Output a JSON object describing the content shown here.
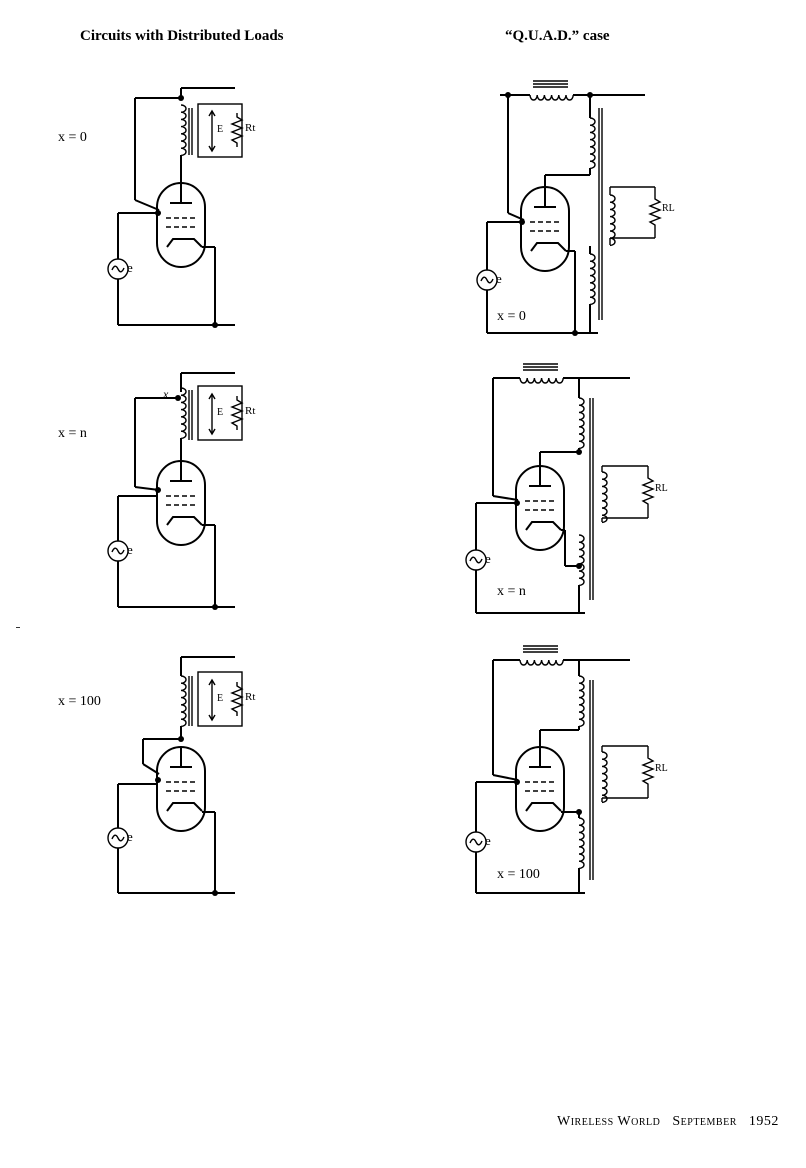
{
  "headings": {
    "left": "Circuits with Distributed Loads",
    "right": "“Q.U.A.D.” case"
  },
  "labels": {
    "left_x0": "x = 0",
    "left_xn": "x = n",
    "left_x100": "x = 100",
    "right_x0": "x = 0",
    "right_xn": "x = n",
    "right_x100": "x = 100",
    "e": "e",
    "E": "E",
    "Rt": "Rt",
    "RL": "RL"
  },
  "footer": {
    "publication": "Wireless World",
    "month": "September",
    "year": "1952"
  }
}
